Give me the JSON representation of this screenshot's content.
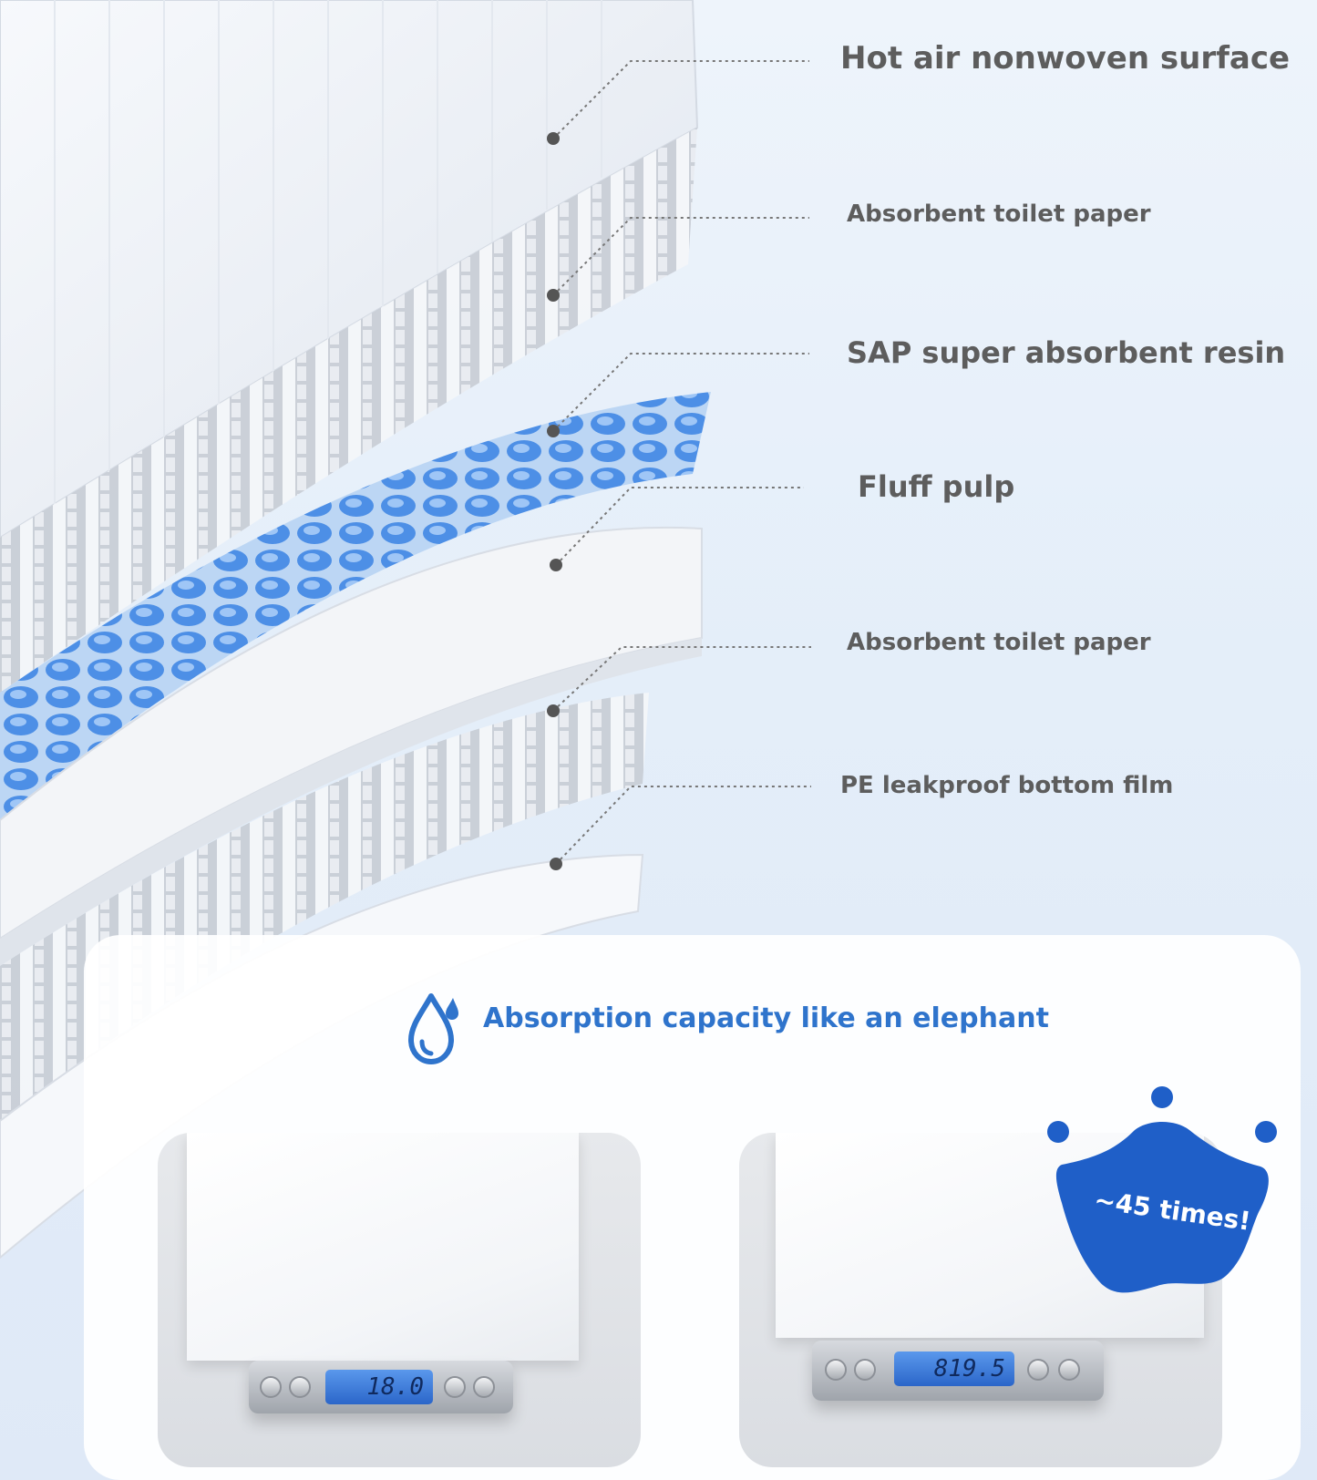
{
  "layers": {
    "hot_air_nonwoven_surface": "Hot air nonwoven surface",
    "absorbent_toilet_paper_top": "Absorbent toilet paper",
    "sap_resin": "SAP super absorbent resin",
    "fluff_pulp": "Fluff pulp",
    "absorbent_toilet_paper_bottom": "Absorbent toilet paper",
    "pe_bottom_film": "PE leakproof bottom film"
  },
  "absorption": {
    "title": "Absorption capacity like an elephant",
    "icon": "water-drop-icon",
    "badge": "~45 times!",
    "scale_before": "18.0",
    "scale_after": "819.5"
  },
  "colors": {
    "accent": "#2f74cc",
    "badge": "#1f5fc8",
    "label_text": "#5d5d5d"
  }
}
